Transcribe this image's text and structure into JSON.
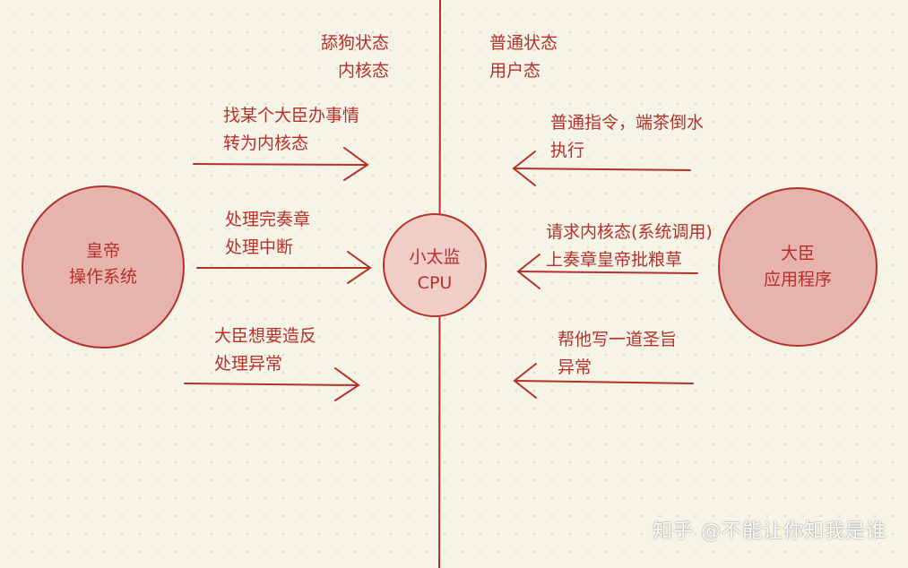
{
  "colors": {
    "stroke": "#b5312c",
    "circle_fill": "#e6b3ad",
    "center_fill": "#f0cdc6",
    "background": "#f6f3e7"
  },
  "header": {
    "left_line1": "舔狗状态",
    "left_line2": "内核态",
    "right_line1": "普通状态",
    "right_line2": "用户态"
  },
  "nodes": {
    "emperor_line1": "皇帝",
    "emperor_line2": "操作系统",
    "eunuch_line1": "小太监",
    "eunuch_line2": "CPU",
    "minister_line1": "大臣",
    "minister_line2": "应用程序"
  },
  "left_arrows": [
    {
      "line1": "找某个大臣办事情",
      "line2": "转为内核态"
    },
    {
      "line1": "处理完奏章",
      "line2": "处理中断"
    },
    {
      "line1": "大臣想要造反",
      "line2": "处理异常"
    }
  ],
  "right_arrows": [
    {
      "line1": "普通指令，端茶倒水",
      "line2": "执行"
    },
    {
      "line1": "请求内核态(系统调用)",
      "line2": "上奏章皇帝批粮草"
    },
    {
      "line1": "帮他写一道圣旨",
      "line2": "异常"
    }
  ],
  "watermark": "知乎 @不能让你知我是谁"
}
